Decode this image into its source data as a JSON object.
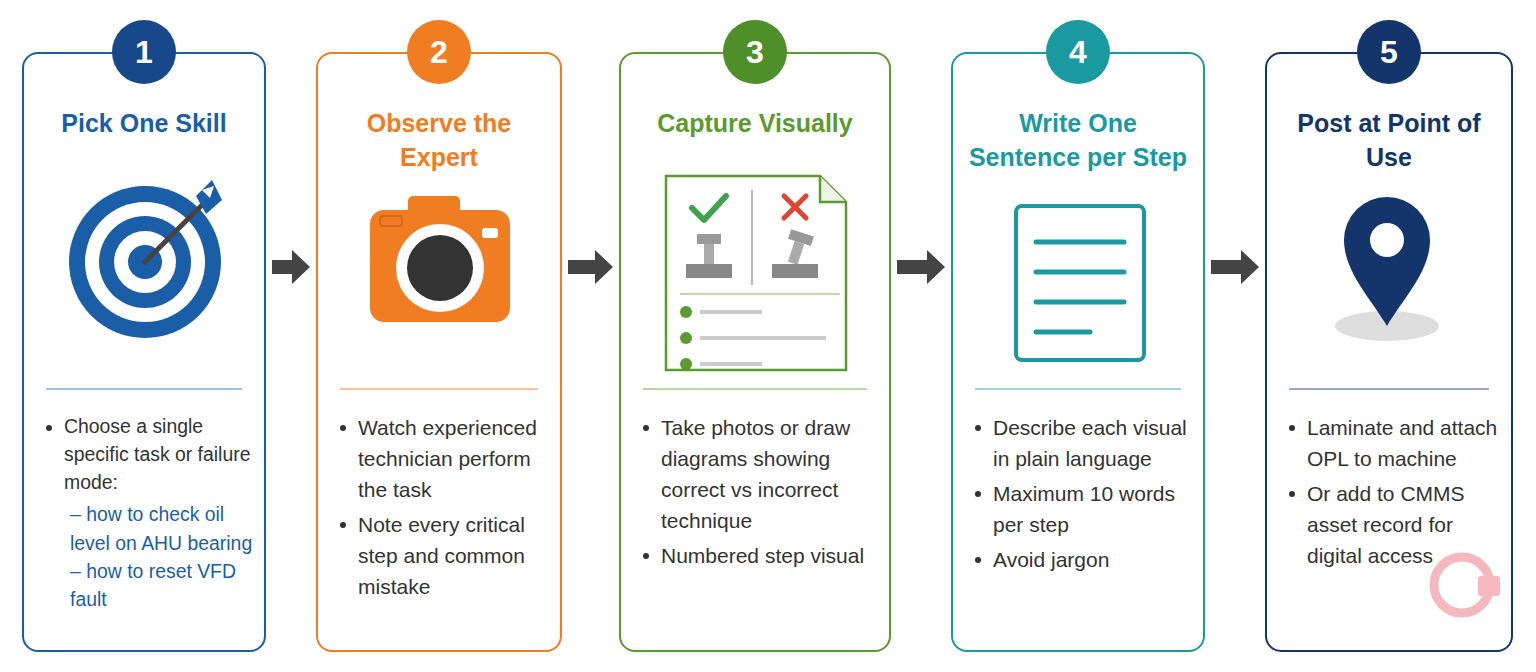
{
  "diagram": {
    "nodes": [
      {
        "text": [
          "1",
          "Pick One Skill",
          "Choose a single specific task or failure mode:",
          "– how to check oil level on AHU bearing",
          "– how to reset VFD fault"
        ]
      },
      {
        "text": [
          "2",
          "Observe the Expert",
          "Watch experienced technician perform the task",
          "Note every critical step and common mistake"
        ]
      },
      {
        "text": [
          "3",
          "Capture Visually",
          "Take photos or draw diagrams showing correct vs incorrect technique",
          "Numbered step visual"
        ]
      },
      {
        "text": [
          "4",
          "Write One Sentence per Step",
          "Describe each visual in plain language",
          "Maximum 10 words per step",
          "Avoid jargon"
        ]
      },
      {
        "text": [
          "5",
          "Post at Point of Use",
          "Laminate and attach OPL to machine",
          "Or add to CMMS asset record for digital access"
        ]
      }
    ],
    "edges": [
      {
        "from": 0,
        "to": 1,
        "arrow": "to"
      },
      {
        "from": 1,
        "to": 2,
        "arrow": "to"
      },
      {
        "from": 2,
        "to": 3,
        "arrow": "to"
      },
      {
        "from": 3,
        "to": 4,
        "arrow": "to"
      }
    ]
  }
}
